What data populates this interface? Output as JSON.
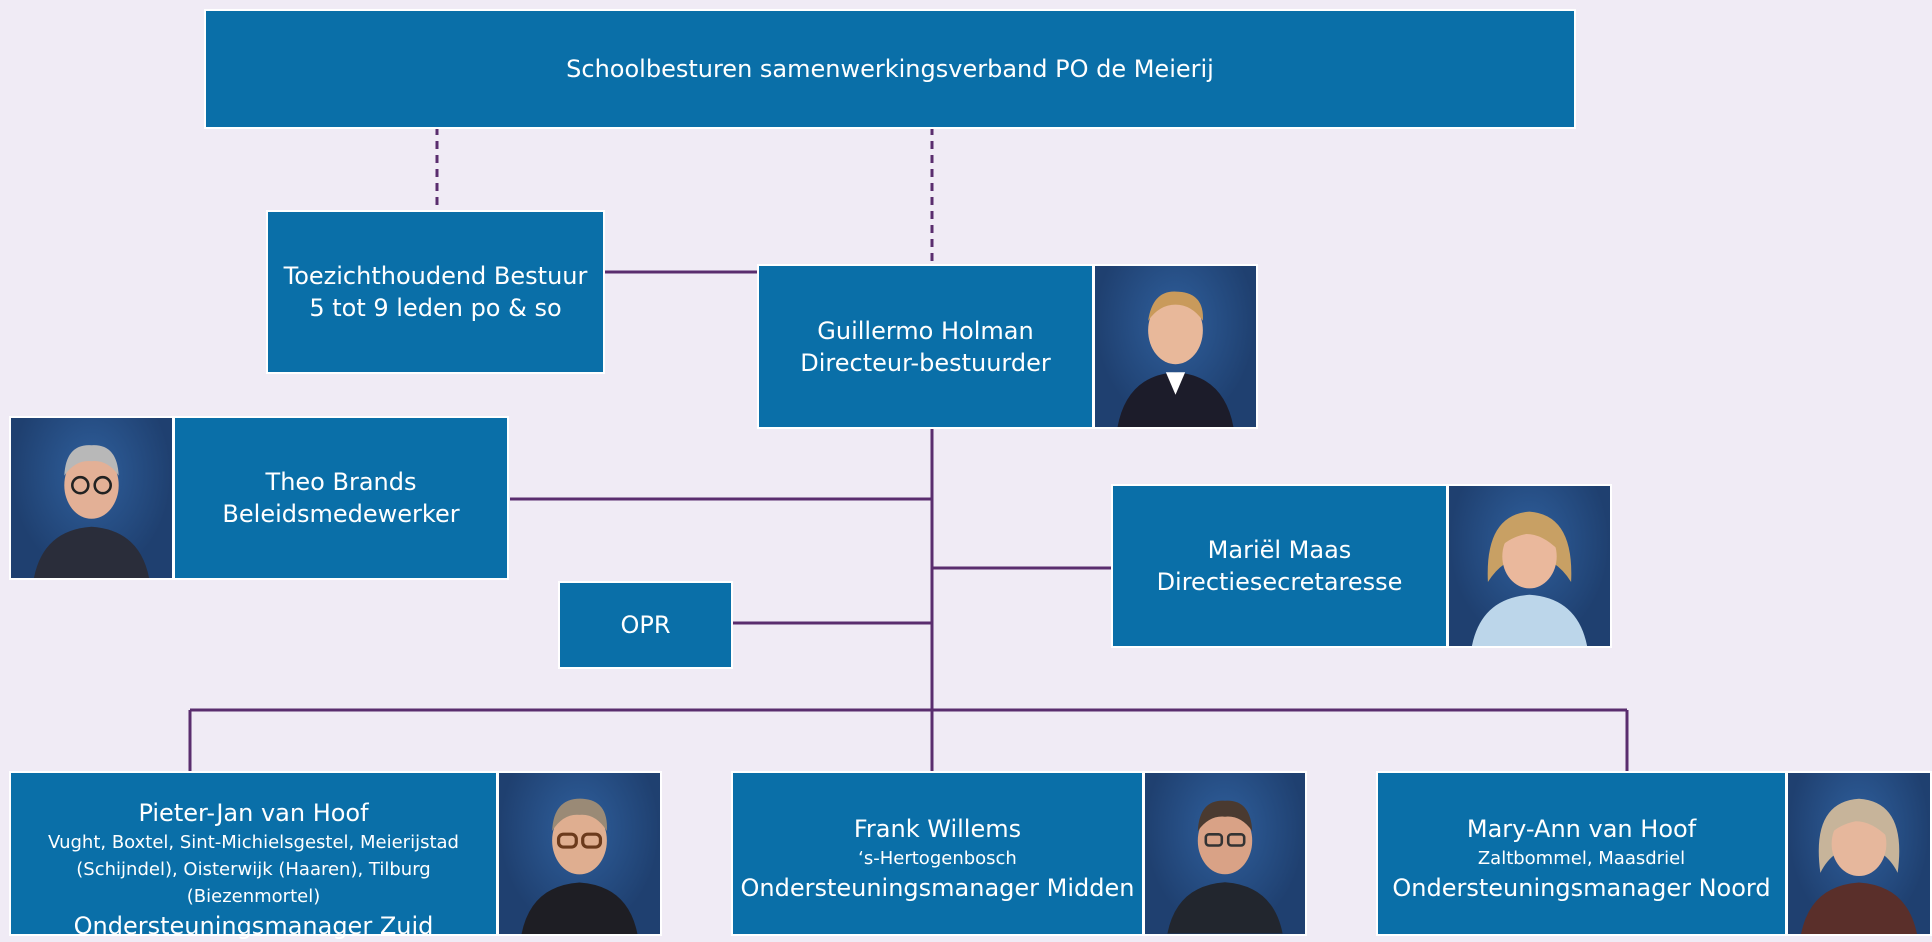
{
  "colors": {
    "background": "#f0ebf5",
    "box": "#0a6fa8",
    "connector": "#5a2d6e"
  },
  "top": {
    "title": "Schoolbesturen samenwerkingsverband PO de Meierij"
  },
  "board": {
    "line1": "Toezichthoudend Bestuur",
    "line2": "5 tot 9 leden po & so"
  },
  "director": {
    "name": "Guillermo Holman",
    "role": "Directeur-bestuurder"
  },
  "policy": {
    "name": "Theo Brands",
    "role": "Beleidsmedewerker"
  },
  "secretary": {
    "name": "Mariël Maas",
    "role": "Directiesecretaresse"
  },
  "opr": {
    "label": "OPR"
  },
  "managers": [
    {
      "name": "Pieter-Jan van Hoof",
      "region1": "Vught, Boxtel, Sint-Michielsgestel, Meierijstad",
      "region2": "(Schijndel), Oisterwijk (Haaren), Tilburg (Biezenmortel)",
      "role": "Ondersteuningsmanager Zuid"
    },
    {
      "name": "Frank Willems",
      "region1": "‘s-Hertogenbosch",
      "role": "Ondersteuningsmanager Midden"
    },
    {
      "name": "Mary-Ann van Hoof",
      "region1": "Zaltbommel, Maasdriel",
      "role": "Ondersteuningsmanager Noord"
    }
  ]
}
